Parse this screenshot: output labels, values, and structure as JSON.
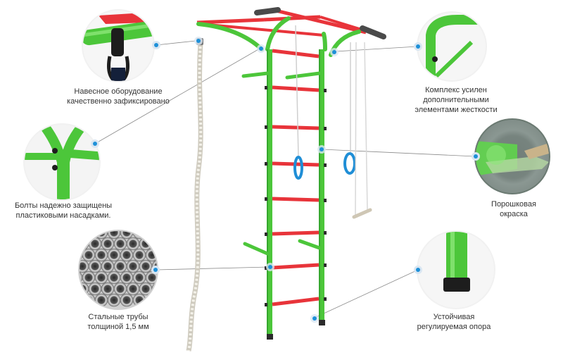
{
  "callouts": {
    "hanging_equipment": {
      "lines": [
        "Навесное оборудование",
        "качественно зафиксировано"
      ]
    },
    "bolts": {
      "lines": [
        "Болты надежно защищены",
        "пластиковыми насадками."
      ]
    },
    "steel_pipes": {
      "lines": [
        "Стальные трубы",
        "толщиной 1,5 мм"
      ]
    },
    "reinforced": {
      "lines": [
        "Комплекс усилен",
        "дополнительными",
        "элементами жесткости"
      ]
    },
    "powder_coating": {
      "lines": [
        "Порошковая",
        "окраска"
      ]
    },
    "support": {
      "lines": [
        "Устойчивая",
        "регулируемая опора"
      ]
    }
  },
  "colors": {
    "frame_green": "#4cc63a",
    "frame_green_dark": "#2f9e2a",
    "rung_red": "#e8343a",
    "bracket_black": "#2b2b2b",
    "marker_blue": "#1e90d8",
    "leader_line": "#8a8a8a",
    "rope": "#ece9e0",
    "ring_blue": "#1f8ed6"
  }
}
